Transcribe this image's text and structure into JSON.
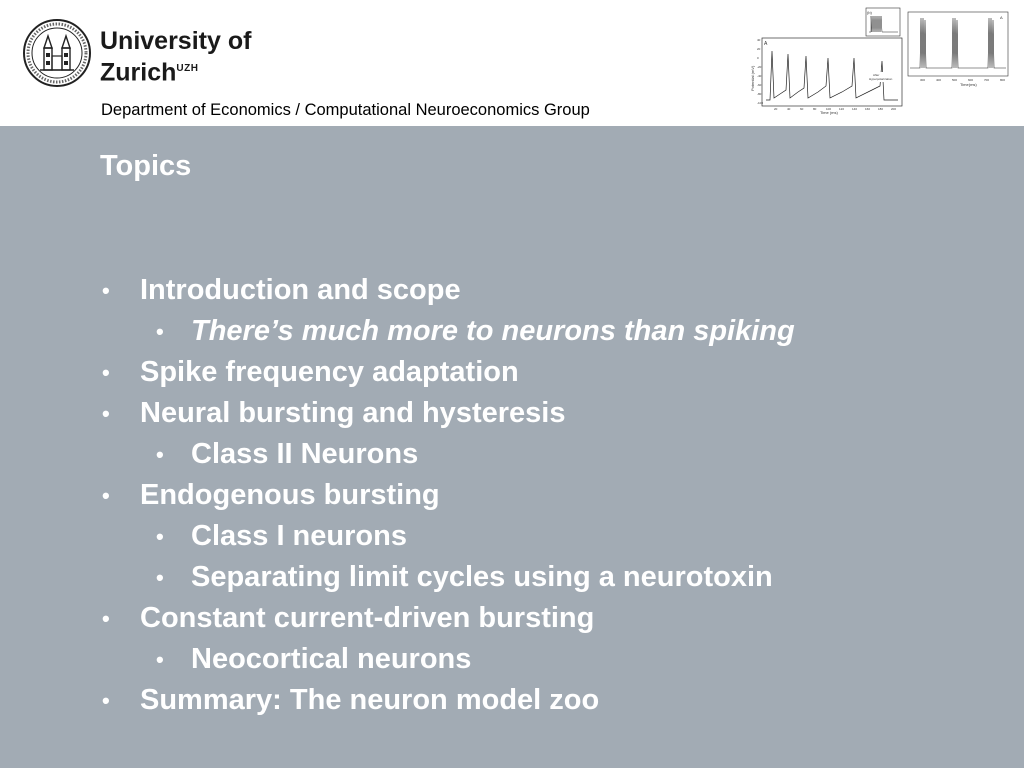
{
  "header": {
    "university_line1": "University of",
    "university_line2": "Zurich",
    "university_sup": "UZH",
    "department": "Department of Economics / Computational Neuroeconomics Group"
  },
  "figure": {
    "panel_a_label": "A",
    "panel_b_label": "(b)",
    "panel_c_label": "A",
    "annotation_after": "After",
    "annotation_hyper": "Hyperpolarization",
    "ylabel": "Potential (mV)",
    "xlabel_left": "Time (ms)",
    "xlabel_right": "Time(ms)",
    "ticks_x_left": [
      "20",
      "40",
      "60",
      "80",
      "100",
      "120",
      "140",
      "160",
      "180",
      "200"
    ],
    "ticks_x_right": [
      "300",
      "400",
      "500",
      "600",
      "700",
      "800"
    ],
    "ticks_y": [
      "40",
      "20",
      "0",
      "-20",
      "-40",
      "-60",
      "-80",
      "-100"
    ]
  },
  "slide": {
    "title": "Topics",
    "items": [
      {
        "level": 1,
        "text": "Introduction and scope",
        "italic": false
      },
      {
        "level": 2,
        "text": "There’s much more to neurons than spiking",
        "italic": true
      },
      {
        "level": 1,
        "text": "Spike frequency adaptation",
        "italic": false
      },
      {
        "level": 1,
        "text": "Neural bursting and hysteresis",
        "italic": false
      },
      {
        "level": 2,
        "text": "Class II Neurons",
        "italic": false
      },
      {
        "level": 1,
        "text": "Endogenous bursting",
        "italic": false
      },
      {
        "level": 2,
        "text": "Class I neurons",
        "italic": false
      },
      {
        "level": 2,
        "text": "Separating limit cycles using a neurotoxin",
        "italic": false
      },
      {
        "level": 1,
        "text": "Constant current-driven bursting",
        "italic": false
      },
      {
        "level": 2,
        "text": "Neocortical neurons",
        "italic": false
      },
      {
        "level": 1,
        "text": "Summary: The neuron model zoo",
        "italic": false
      }
    ],
    "bullet_glyph": "•"
  },
  "colors": {
    "slide_bg": "#a2abb4",
    "header_bg": "#ffffff",
    "text": "#ffffff"
  }
}
